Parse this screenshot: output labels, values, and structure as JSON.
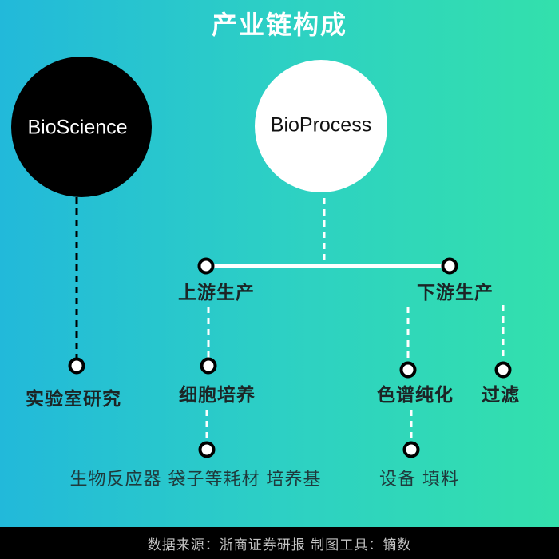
{
  "title": "产业链构成",
  "colors": {
    "gradient_start": "#22b9da",
    "gradient_end": "#33e0ac",
    "node_fill": "#ffffff",
    "node_stroke": "#000000",
    "text": "#1c2526"
  },
  "roots": [
    {
      "id": "bioscience",
      "label": "BioScience",
      "fill": "#000000",
      "text_color": "#ffffff"
    },
    {
      "id": "bioprocess",
      "label": "BioProcess",
      "fill": "#ffffff",
      "text_color": "#111111"
    }
  ],
  "nodes": {
    "lab_research": "实验室研究",
    "upstream": "上游生产",
    "downstream": "下游生产",
    "cell_culture": "细胞培养",
    "chromatography": "色谱纯化",
    "filtration": "过滤",
    "upstream_items": "生物反应器 袋子等耗材 培养基",
    "downstream_items": "设备 填料"
  },
  "edges": [
    {
      "from": "bioscience",
      "to": "lab_research",
      "style": "dashed-black"
    },
    {
      "from": "bioprocess",
      "to": "upstream-downstream-bar",
      "style": "dashed-white"
    },
    {
      "from": "upstream",
      "to": "downstream",
      "style": "solid-white"
    },
    {
      "from": "upstream",
      "to": "cell_culture",
      "style": "dashed-white"
    },
    {
      "from": "downstream",
      "to": "chromatography",
      "style": "dashed-white"
    },
    {
      "from": "downstream",
      "to": "filtration",
      "style": "dashed-white"
    },
    {
      "from": "cell_culture",
      "to": "upstream_items",
      "style": "dashed-white"
    },
    {
      "from": "chromatography",
      "to": "downstream_items",
      "style": "dashed-white"
    }
  ],
  "footer": "数据来源：浙商证券研报  制图工具：镝数"
}
